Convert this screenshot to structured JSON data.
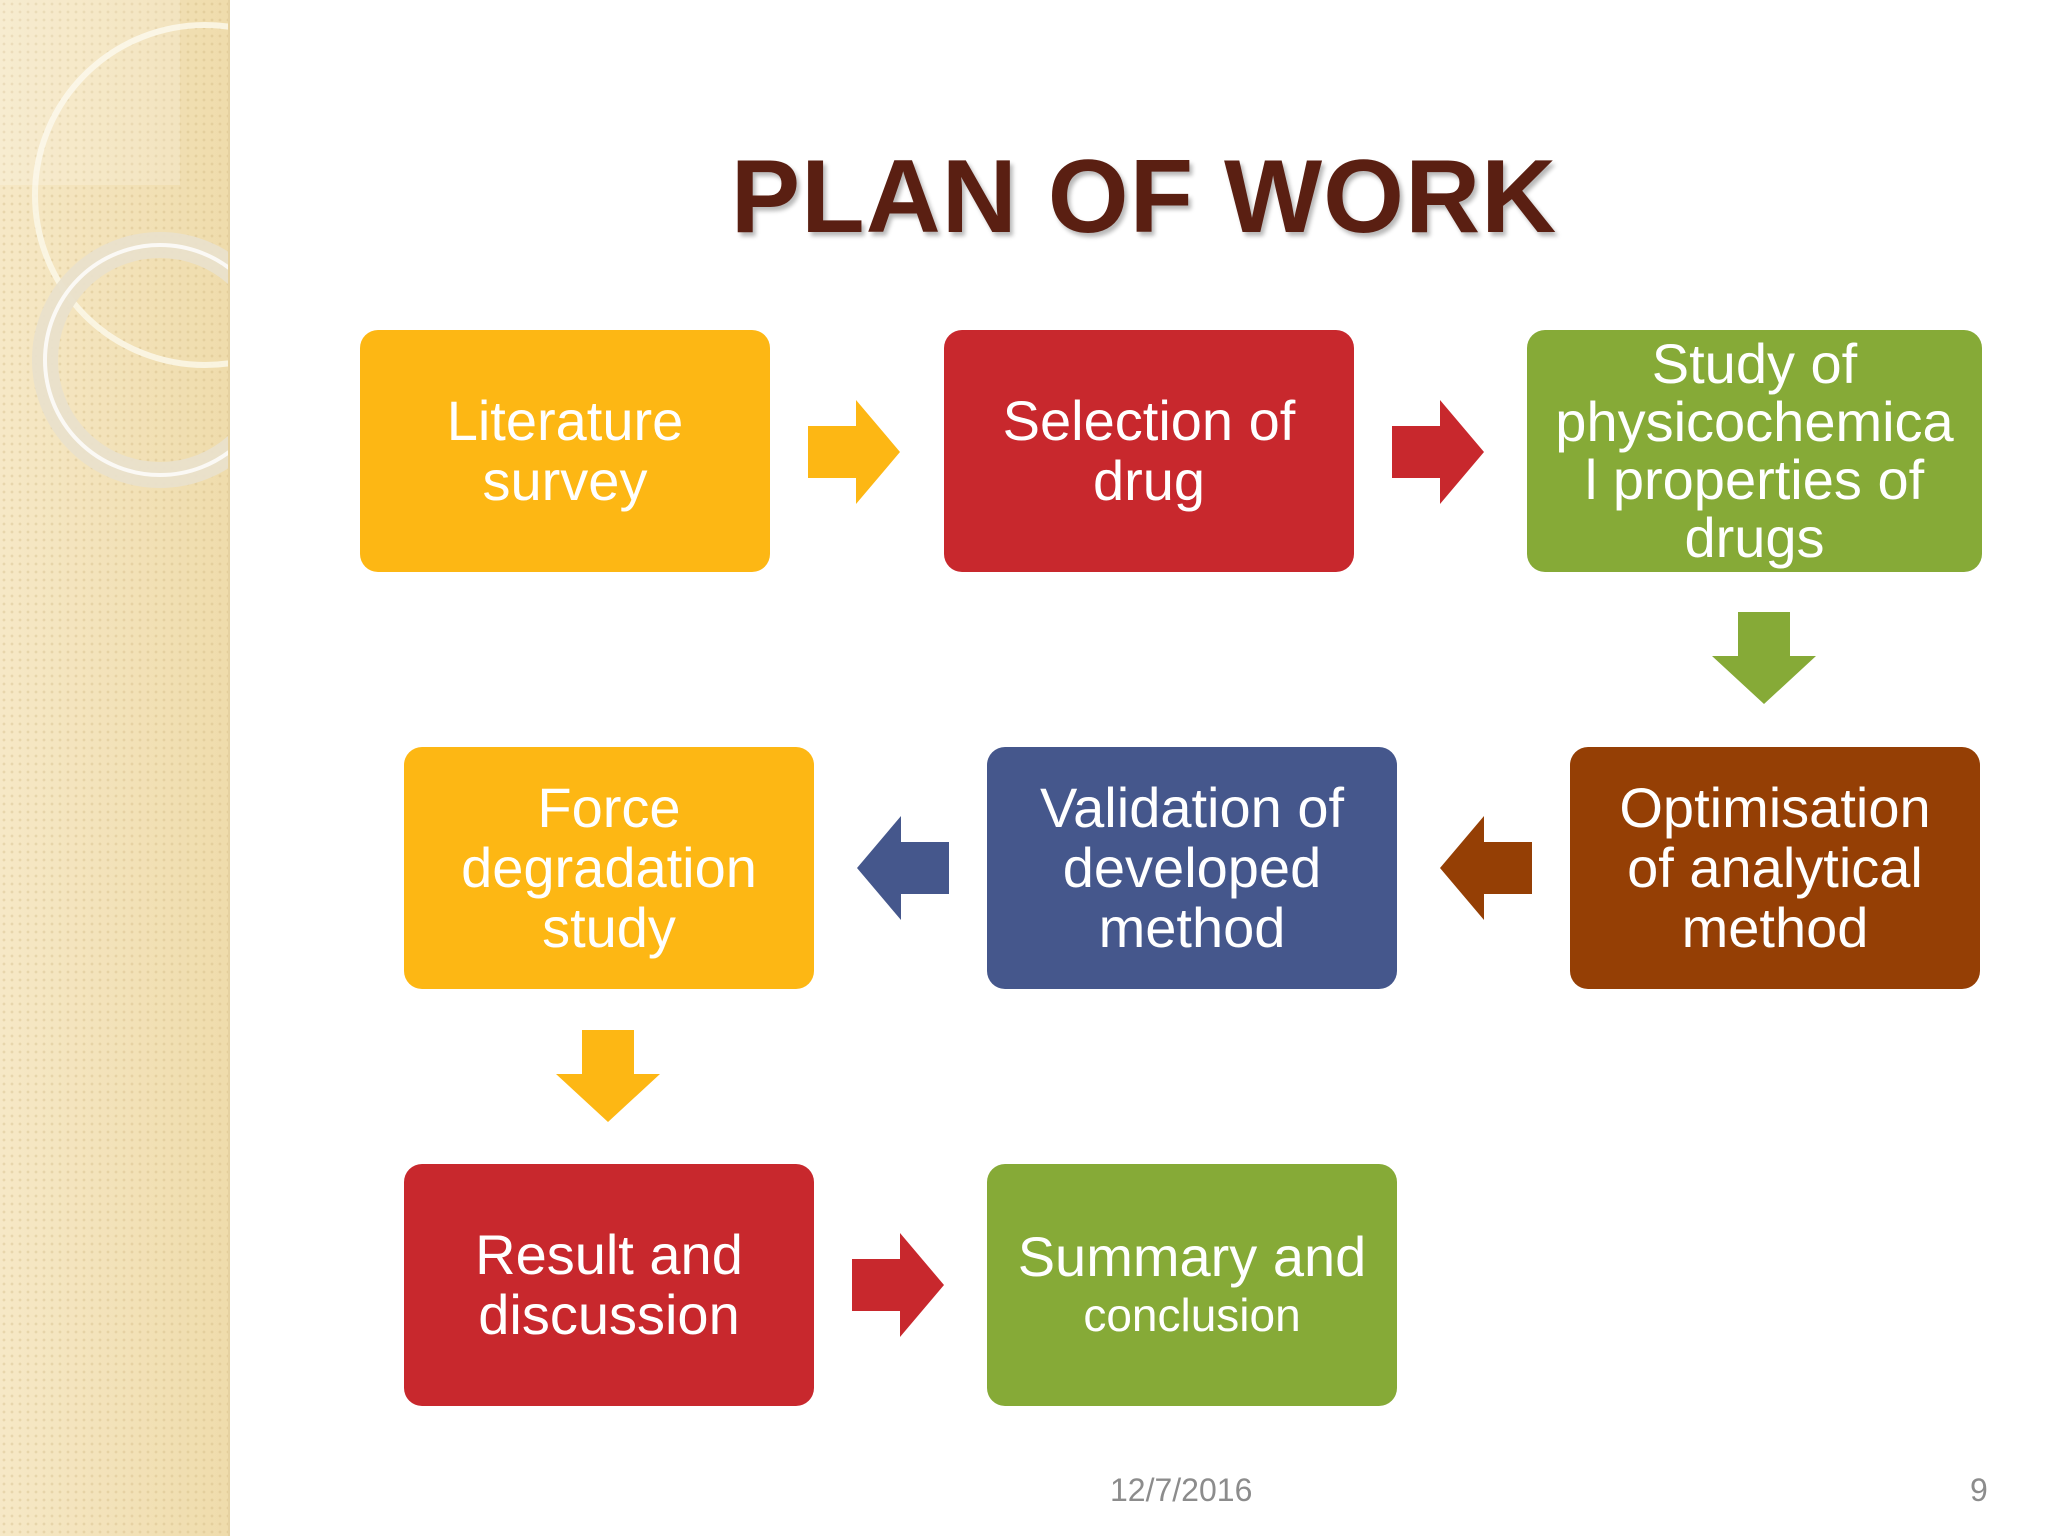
{
  "slide": {
    "title": "PLAN OF WORK",
    "date": "12/7/2016",
    "page_number": "9"
  },
  "colors": {
    "yellow": "#fdb714",
    "red": "#c8282d",
    "green": "#86aa37",
    "blue": "#45578c",
    "brown": "#953f05",
    "title": "#5a1f12"
  },
  "steps": [
    {
      "id": "literature-survey",
      "lines": [
        "Literature",
        "survey"
      ]
    },
    {
      "id": "selection-of-drug",
      "lines": [
        "Selection of",
        "drug"
      ]
    },
    {
      "id": "study-physicochemical",
      "lines": [
        "Study of",
        "physicochemica",
        "l properties of",
        "drugs"
      ]
    },
    {
      "id": "optimisation",
      "lines": [
        "Optimisation",
        "of analytical",
        "method"
      ]
    },
    {
      "id": "validation",
      "lines": [
        "Validation of",
        "developed",
        "method"
      ]
    },
    {
      "id": "force-degradation",
      "lines": [
        "Force",
        "degradation",
        "study"
      ]
    },
    {
      "id": "result-discussion",
      "lines": [
        "Result and",
        "discussion"
      ]
    },
    {
      "id": "summary-conclusion",
      "lines": [
        "Summary and",
        "conclusion"
      ]
    }
  ],
  "arrows": [
    {
      "from": "literature-survey",
      "to": "selection-of-drug",
      "direction": "right",
      "color": "#fdb714"
    },
    {
      "from": "selection-of-drug",
      "to": "study-physicochemical",
      "direction": "right",
      "color": "#c8282d"
    },
    {
      "from": "study-physicochemical",
      "to": "optimisation",
      "direction": "down",
      "color": "#86aa37"
    },
    {
      "from": "optimisation",
      "to": "validation",
      "direction": "left",
      "color": "#953f05"
    },
    {
      "from": "validation",
      "to": "force-degradation",
      "direction": "left",
      "color": "#45578c"
    },
    {
      "from": "force-degradation",
      "to": "result-discussion",
      "direction": "down",
      "color": "#fdb714"
    },
    {
      "from": "result-discussion",
      "to": "summary-conclusion",
      "direction": "right",
      "color": "#c8282d"
    }
  ]
}
